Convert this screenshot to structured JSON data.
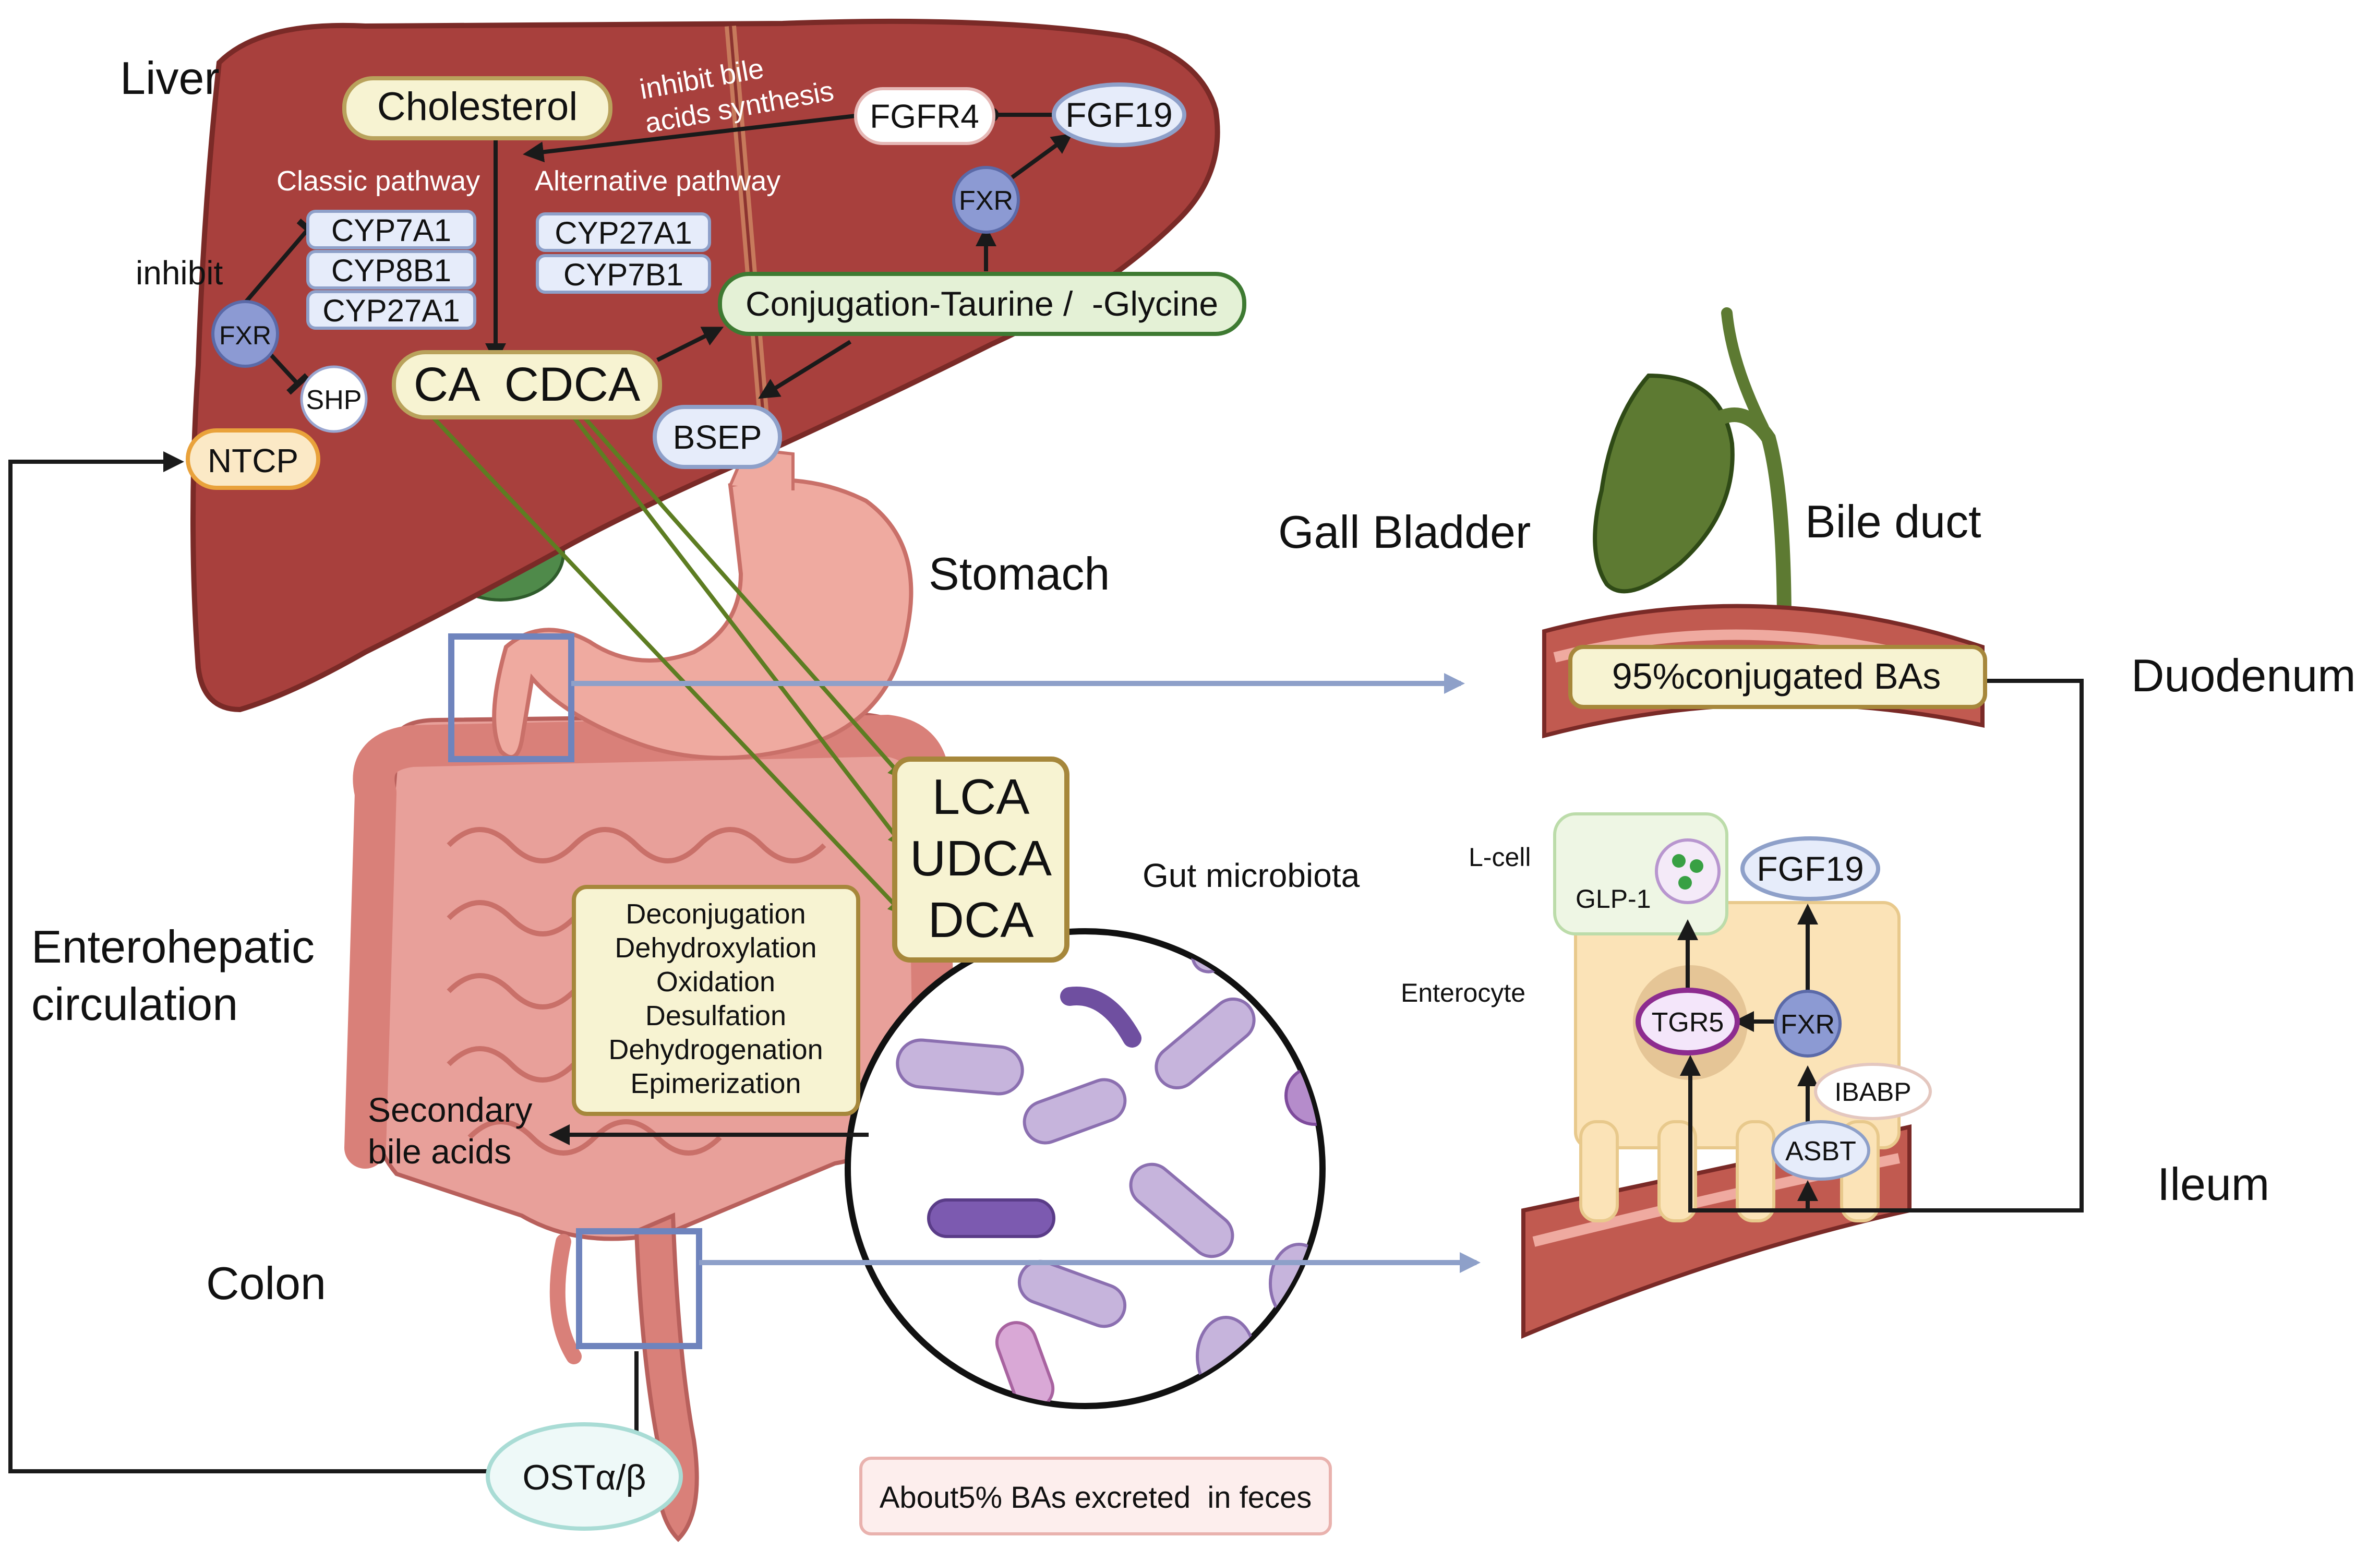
{
  "regions": {
    "liver": "Liver",
    "stomach": "Stomach",
    "gall_bladder": "Gall  Bladder",
    "bile_duct": "Bile duct",
    "duodenum": "Duodenum",
    "ileum": "Ileum",
    "colon": "Colon",
    "enterohepatic_1": "Enterohepatic",
    "enterohepatic_2": "circulation",
    "gut_microbiota": "Gut microbiota"
  },
  "liver": {
    "cholesterol": "Cholesterol",
    "classic_pathway": "Classic pathway",
    "alternative_pathway": "Alternative pathway",
    "classic_enzymes": [
      "CYP7A1",
      "CYP8B1",
      "CYP27A1"
    ],
    "alternative_enzymes": [
      "CYP27A1",
      "CYP7B1"
    ],
    "inhibit": "inhibit",
    "fxr": "FXR",
    "shp": "SHP",
    "ntcp": "NTCP",
    "ca_cdca": "CA  CDCA",
    "bsep": "BSEP",
    "conjugation": "Conjugation-Taurine /  -Glycine",
    "fxr2": "FXR",
    "fgfr4": "FGFR4",
    "fgf19": "FGF19",
    "inhibit_synthesis_1": "inhibit bile",
    "inhibit_synthesis_2": "acids synthesis"
  },
  "secondary": {
    "items": [
      "LCA",
      "UDCA",
      "DCA"
    ],
    "processes": [
      "Deconjugation",
      "Dehydroxylation",
      "Oxidation",
      "Desulfation",
      "Dehydrogenation",
      "Epimerization"
    ],
    "label_1": "Secondary",
    "label_2": "bile acids"
  },
  "intestine": {
    "conjugated": "95%conjugated BAs",
    "l_cell": "L-cell",
    "glp1": "GLP-1",
    "fgf19": "FGF19",
    "enterocyte": "Enterocyte",
    "tgr5": "TGR5",
    "fxr": "FXR",
    "ibabp": "IBABP",
    "asbt": "ASBT"
  },
  "transport": {
    "ost": "OSTα/β",
    "excreted": "About5% BAs excreted  in feces"
  },
  "colors": {
    "liver": "#a8403d",
    "liver_dark": "#7a2a27",
    "gut": "#e3928d",
    "gut_dark": "#b8605c",
    "yellow_box": "#f7f3d2",
    "green_box": "#e4f1d6",
    "blue_pill": "#e6ecfa",
    "fxr_node": "#8c9ad3",
    "arrow_green": "#5d7d22",
    "arrow_blue": "#8ea0c9",
    "bacteria": "#c6b4dc"
  }
}
